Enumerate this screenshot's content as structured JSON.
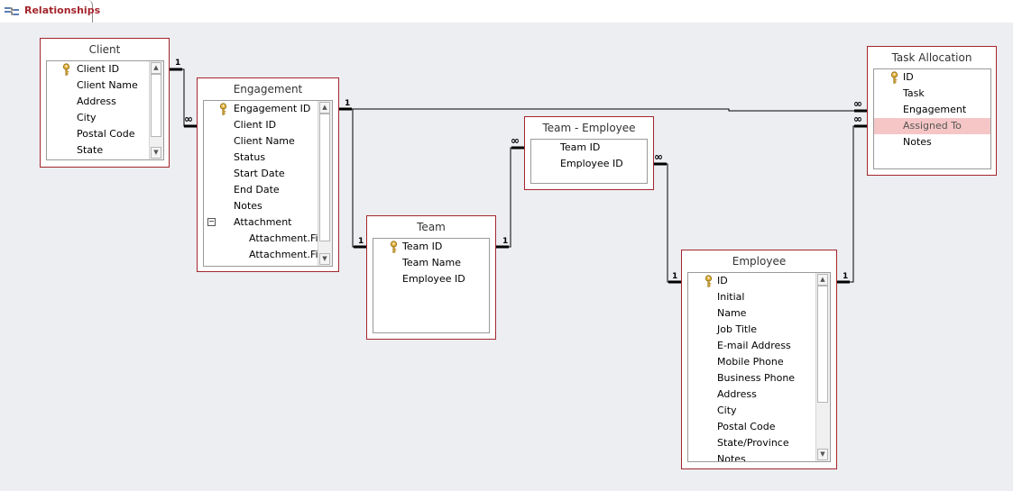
{
  "tab": {
    "label": "Relationships"
  },
  "tables": {
    "client": {
      "title": "Client",
      "fields": [
        {
          "name": "Client ID",
          "key": true
        },
        {
          "name": "Client Name"
        },
        {
          "name": "Address"
        },
        {
          "name": "City"
        },
        {
          "name": "Postal Code"
        },
        {
          "name": "State"
        }
      ]
    },
    "engagement": {
      "title": "Engagement",
      "fields": [
        {
          "name": "Engagement ID",
          "key": true
        },
        {
          "name": "Client ID"
        },
        {
          "name": "Client Name"
        },
        {
          "name": "Status"
        },
        {
          "name": "Start Date"
        },
        {
          "name": "End Date"
        },
        {
          "name": "Notes"
        },
        {
          "name": "Attachment",
          "expand": "−"
        },
        {
          "name": "Attachment.Fil",
          "indent": true
        },
        {
          "name": "Attachment.Fil",
          "indent": true
        }
      ]
    },
    "team": {
      "title": "Team",
      "fields": [
        {
          "name": "Team ID",
          "key": true
        },
        {
          "name": "Team Name"
        },
        {
          "name": "Employee ID"
        }
      ]
    },
    "team_employee": {
      "title": "Team -  Employee",
      "fields": [
        {
          "name": "Team ID"
        },
        {
          "name": "Employee ID"
        }
      ]
    },
    "task_allocation": {
      "title": "Task Allocation",
      "fields": [
        {
          "name": "ID",
          "key": true
        },
        {
          "name": "Task"
        },
        {
          "name": "Engagement"
        },
        {
          "name": "Assigned To",
          "highlight": true
        },
        {
          "name": "Notes"
        }
      ]
    },
    "employee": {
      "title": "Employee",
      "fields": [
        {
          "name": "ID",
          "key": true
        },
        {
          "name": "Initial"
        },
        {
          "name": "Name"
        },
        {
          "name": "Job Title"
        },
        {
          "name": "E-mail Address"
        },
        {
          "name": "Mobile Phone"
        },
        {
          "name": "Business Phone"
        },
        {
          "name": "Address"
        },
        {
          "name": "City"
        },
        {
          "name": "Postal Code"
        },
        {
          "name": "State/Province"
        },
        {
          "name": "Notes"
        }
      ]
    }
  },
  "relationships": [
    {
      "name": "client-engagement",
      "one": "1",
      "many": "∞"
    },
    {
      "name": "engagement-task-allocation",
      "one": "1",
      "many": "∞"
    },
    {
      "name": "engagement-team",
      "one": "1",
      "many": "1"
    },
    {
      "name": "team-team-employee",
      "one": "1",
      "many": "∞"
    },
    {
      "name": "team-employee-employee",
      "one": "∞",
      "many": "1"
    },
    {
      "name": "employee-task-allocation",
      "one": "1",
      "many": "∞"
    }
  ],
  "colors": {
    "accent": "#a4262c",
    "canvas": "#eceef2",
    "highlight": "#f6c6c6"
  }
}
